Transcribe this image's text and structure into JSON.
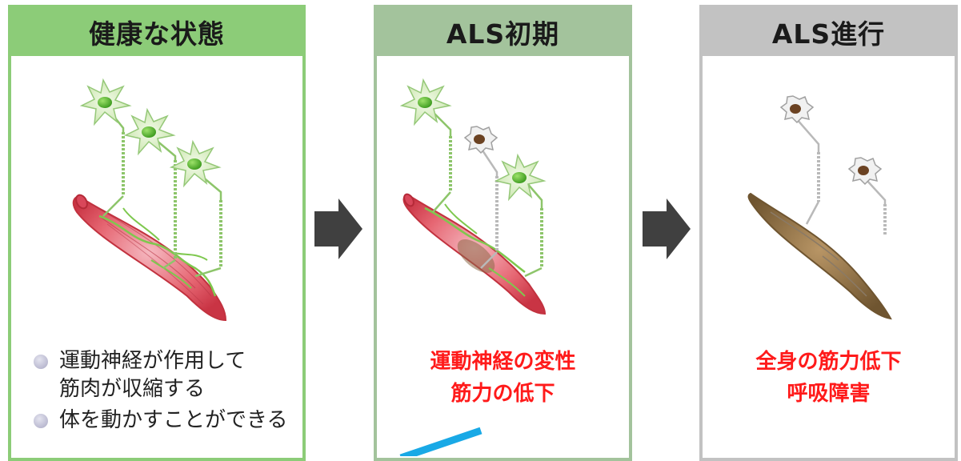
{
  "panels": {
    "healthy": {
      "title": "健康な状態",
      "bullets": [
        "運動神経が作用して\n筋肉が収縮する",
        "体を動かすことができる"
      ]
    },
    "early": {
      "title": "ALS初期",
      "caption_line1": "運動神経の変性",
      "caption_line2": "筋力の低下"
    },
    "advanced": {
      "title": "ALS進行",
      "caption_line1": "全身の筋力低下",
      "caption_line2": "呼吸障害"
    }
  },
  "colors": {
    "healthy_header": "#8ccc78",
    "early_header": "#a3c39c",
    "advanced_header": "#c2c2c2",
    "caption_text": "#ff1a1a",
    "arrow": "#404040",
    "accent_line": "#19a9e6"
  },
  "icons": [
    "motor-neuron-icon",
    "muscle-fiber-icon",
    "degenerated-neuron-icon",
    "right-arrow-icon",
    "bullet-dot-icon"
  ]
}
